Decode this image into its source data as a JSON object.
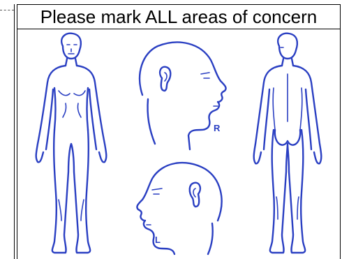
{
  "form": {
    "title": "Please mark ALL areas of concern"
  },
  "head_views": {
    "right_label": "R",
    "left_label": "L"
  },
  "colors": {
    "outline": "#2a3fc2",
    "border": "#000000",
    "background": "#ffffff"
  }
}
